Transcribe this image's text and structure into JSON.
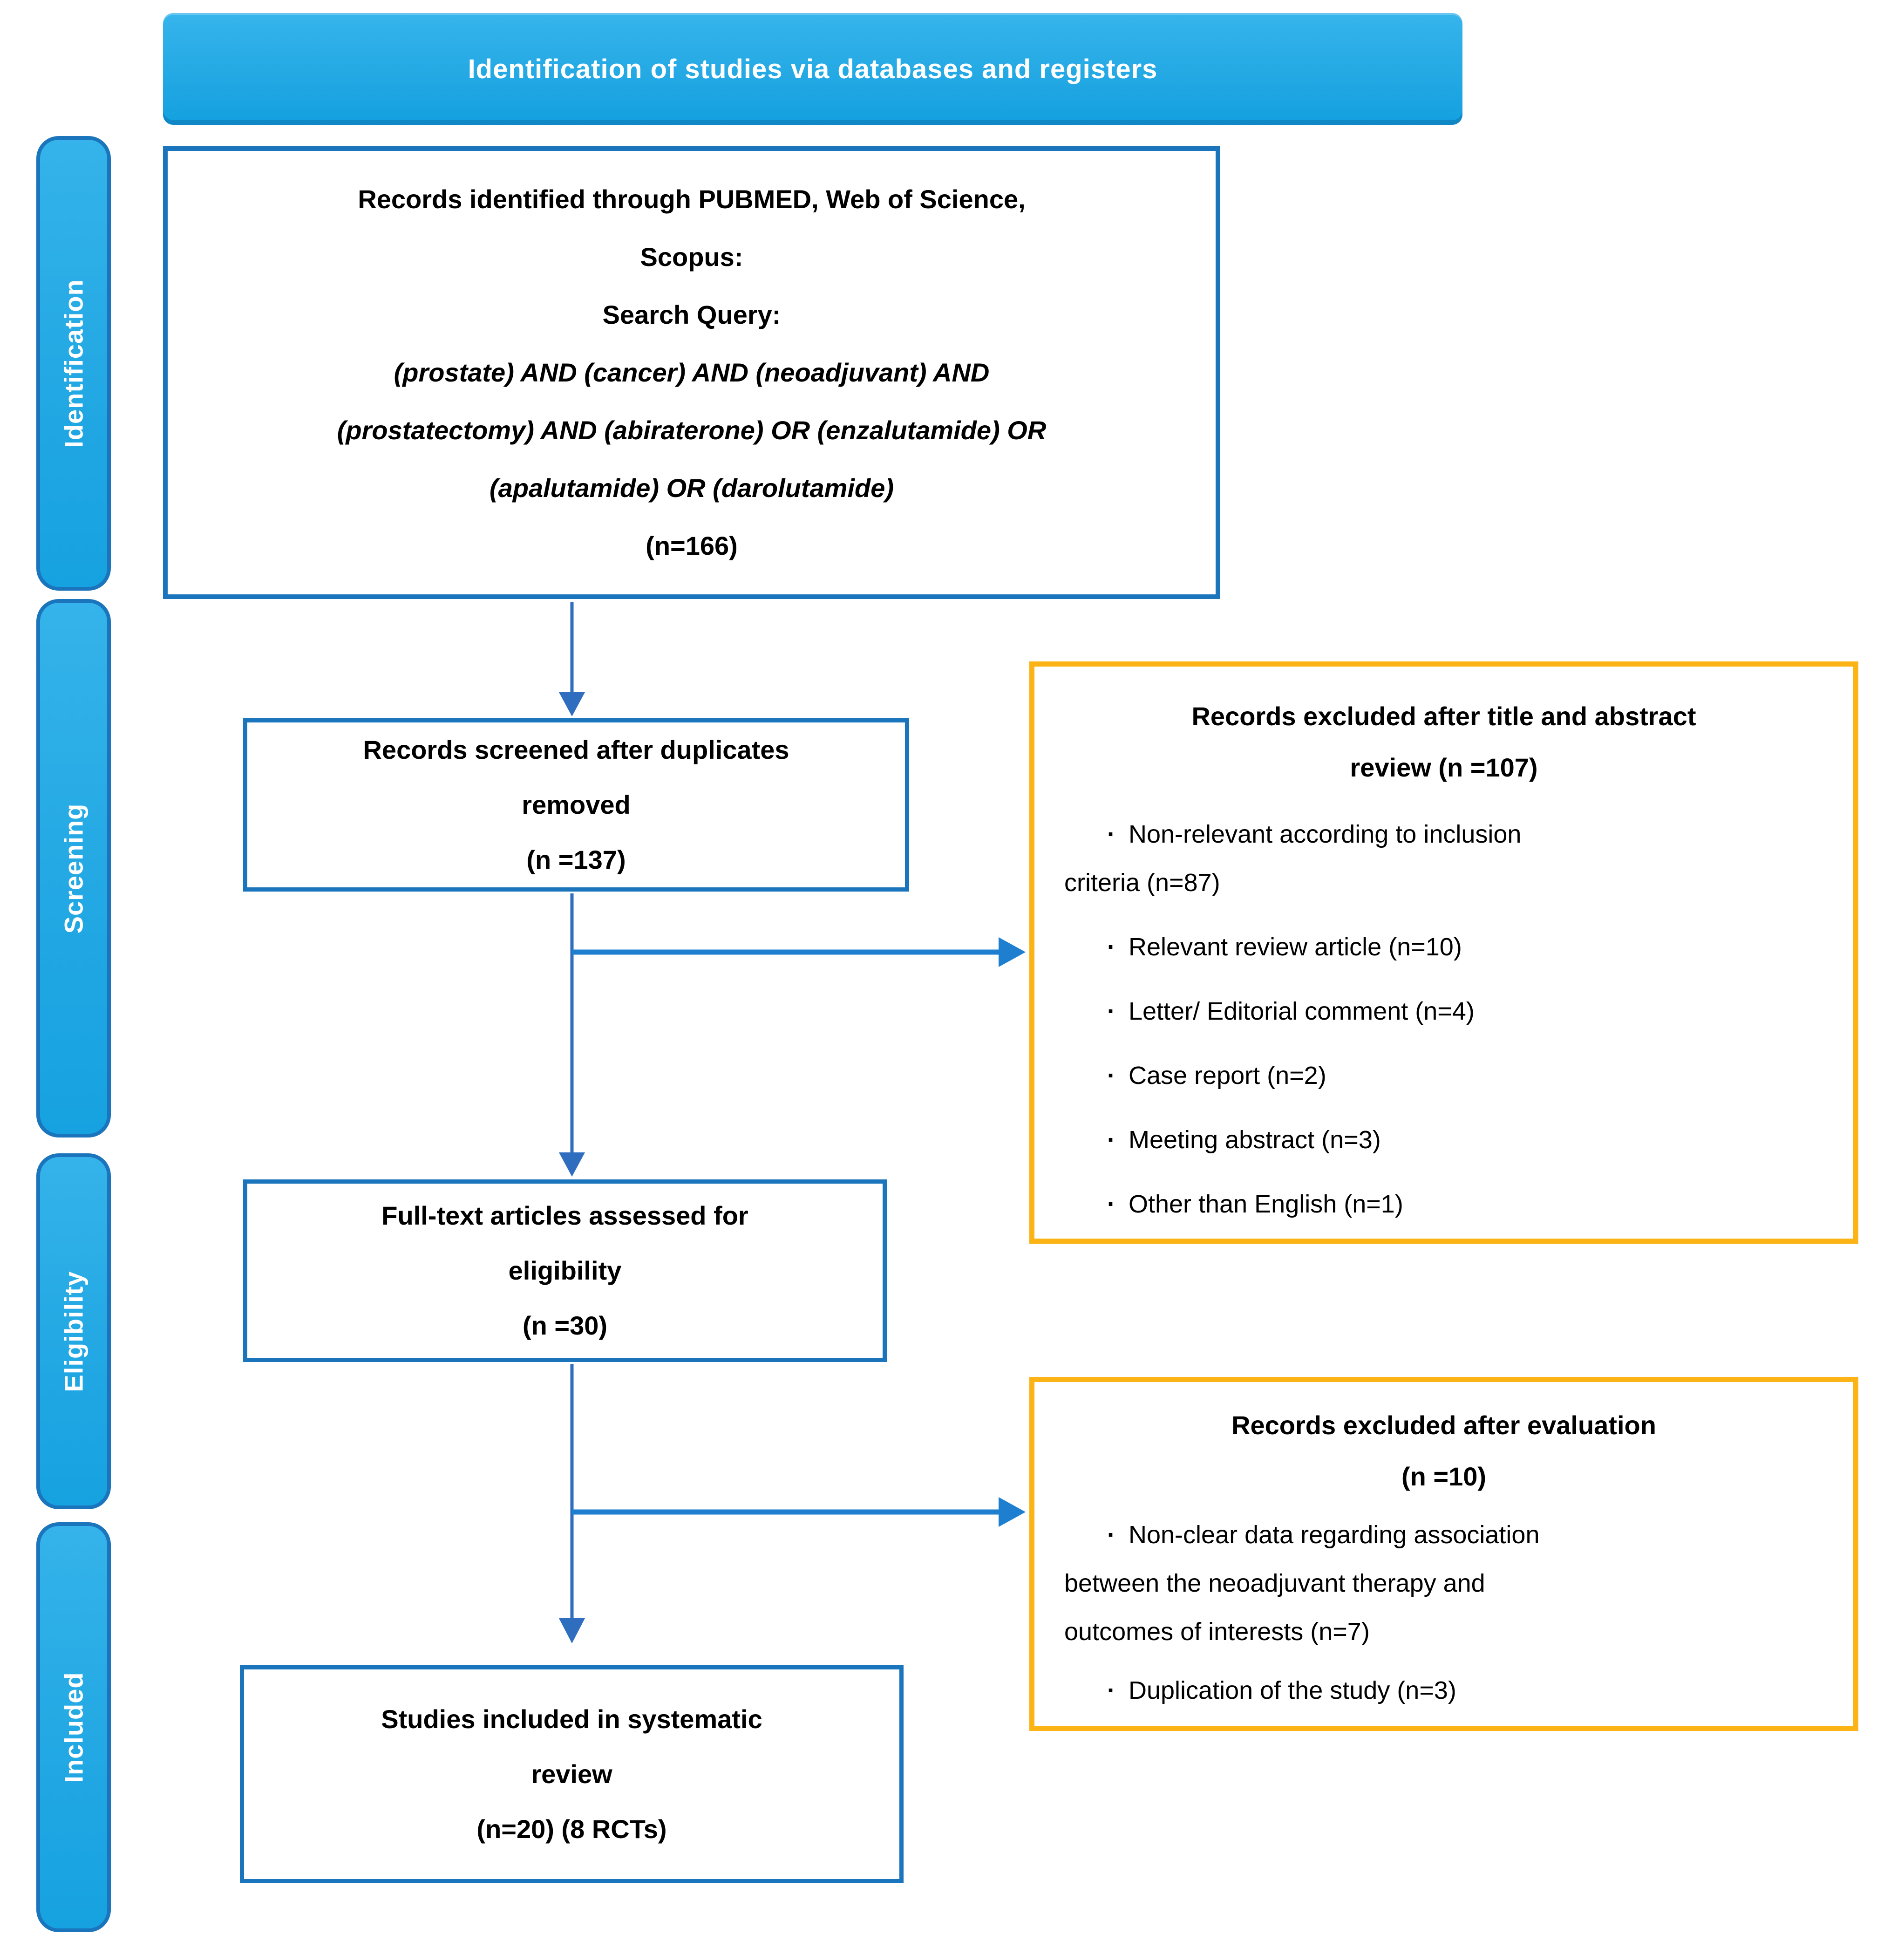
{
  "colors": {
    "stage_fill": "#24A9E4",
    "flow_border": "#1B75BC",
    "exclusion_border": "#FBB315",
    "arrow": "#1E7FD0"
  },
  "header": {
    "title": "Identification of studies via databases and registers"
  },
  "sidebar": {
    "items": [
      {
        "label": "Identification"
      },
      {
        "label": "Screening"
      },
      {
        "label": "Eligibility"
      },
      {
        "label": "Included"
      }
    ]
  },
  "flow": {
    "identified": {
      "lines": [
        "Records identified through PUBMED, Web of Science,",
        "Scopus:",
        "Search Query:",
        "(prostate) AND (cancer) AND (neoadjuvant) AND",
        "(prostatectomy) AND (abiraterone) OR (enzalutamide) OR",
        "(apalutamide) OR (darolutamide)",
        "(n=166)"
      ]
    },
    "screened": {
      "lines": [
        "Records screened after duplicates",
        "removed",
        "(n =137)"
      ]
    },
    "fulltext": {
      "lines": [
        "Full-text articles assessed for",
        "eligibility",
        "(n =30)"
      ]
    },
    "included": {
      "lines": [
        "Studies included in systematic",
        "review",
        "(n=20) (8 RCTs)"
      ]
    }
  },
  "exclusions": [
    {
      "title_lines": [
        "Records excluded after title and abstract",
        "review (n =107)"
      ],
      "bullets": [
        {
          "lines": [
            "Non-relevant according to inclusion",
            "criteria (n=87)"
          ]
        },
        {
          "lines": [
            "Relevant review article (n=10)"
          ]
        },
        {
          "lines": [
            "Letter/ Editorial comment (n=4)"
          ]
        },
        {
          "lines": [
            "Case report (n=2)"
          ]
        },
        {
          "lines": [
            "Meeting abstract (n=3)"
          ]
        },
        {
          "lines": [
            "Other than English (n=1)"
          ]
        }
      ]
    },
    {
      "title_lines": [
        "Records excluded after evaluation",
        "(n =10)"
      ],
      "bullets": [
        {
          "lines": [
            "Non-clear data regarding association",
            "between the neoadjuvant therapy and",
            "outcomes of interests (n=7)"
          ]
        },
        {
          "lines": [
            "Duplication of the study (n=3)"
          ]
        }
      ]
    }
  ]
}
